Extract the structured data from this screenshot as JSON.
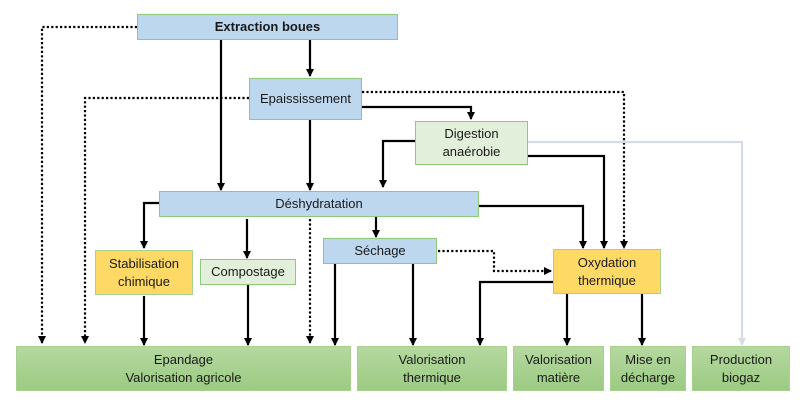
{
  "nodes": {
    "extraction": "Extraction boues",
    "epaississement": "Epaississement",
    "digestion": "Digestion\nanaérobie",
    "deshydratation": "Déshydratation",
    "stabilisation": "Stabilisation\nchimique",
    "compostage": "Compostage",
    "sechage": "Séchage",
    "oxydation": "Oxydation\nthermique",
    "epandage": "Epandage\nValorisation agricole",
    "valorisation_thermique": "Valorisation\nthermique",
    "valorisation_matiere": "Valorisation\nmatière",
    "mise_en_decharge": "Mise en\ndécharge",
    "production_biogaz": "Production\nbiogaz"
  },
  "colors": {
    "process_blue": "#bdd7ee",
    "process_lightgreen": "#e2efda",
    "treatment_yellow": "#ffd966",
    "outcome_green": "#a9d18e",
    "biogaz_line": "#d6dce5"
  },
  "edges": [
    {
      "from": "extraction",
      "to": "epaississement",
      "style": "solid"
    },
    {
      "from": "extraction",
      "to": "deshydratation",
      "style": "solid"
    },
    {
      "from": "extraction",
      "to": "epandage",
      "style": "dotted"
    },
    {
      "from": "epaississement",
      "to": "deshydratation",
      "style": "solid"
    },
    {
      "from": "epaississement",
      "to": "digestion",
      "style": "solid"
    },
    {
      "from": "epaississement",
      "to": "epandage",
      "style": "dotted"
    },
    {
      "from": "epaississement",
      "to": "oxydation",
      "style": "dotted"
    },
    {
      "from": "digestion",
      "to": "deshydratation",
      "style": "solid"
    },
    {
      "from": "digestion",
      "to": "oxydation",
      "style": "solid"
    },
    {
      "from": "digestion",
      "to": "production_biogaz",
      "style": "light"
    },
    {
      "from": "deshydratation",
      "to": "stabilisation",
      "style": "solid"
    },
    {
      "from": "deshydratation",
      "to": "compostage",
      "style": "solid"
    },
    {
      "from": "deshydratation",
      "to": "sechage",
      "style": "solid"
    },
    {
      "from": "deshydratation",
      "to": "oxydation",
      "style": "solid"
    },
    {
      "from": "deshydratation",
      "to": "epandage",
      "style": "dotted"
    },
    {
      "from": "stabilisation",
      "to": "epandage",
      "style": "solid"
    },
    {
      "from": "compostage",
      "to": "epandage",
      "style": "solid"
    },
    {
      "from": "sechage",
      "to": "epandage",
      "style": "solid"
    },
    {
      "from": "sechage",
      "to": "valorisation_thermique",
      "style": "solid"
    },
    {
      "from": "sechage",
      "to": "oxydation",
      "style": "dotted"
    },
    {
      "from": "oxydation",
      "to": "valorisation_thermique",
      "style": "solid"
    },
    {
      "from": "oxydation",
      "to": "valorisation_matiere",
      "style": "solid"
    },
    {
      "from": "oxydation",
      "to": "mise_en_decharge",
      "style": "solid"
    }
  ]
}
